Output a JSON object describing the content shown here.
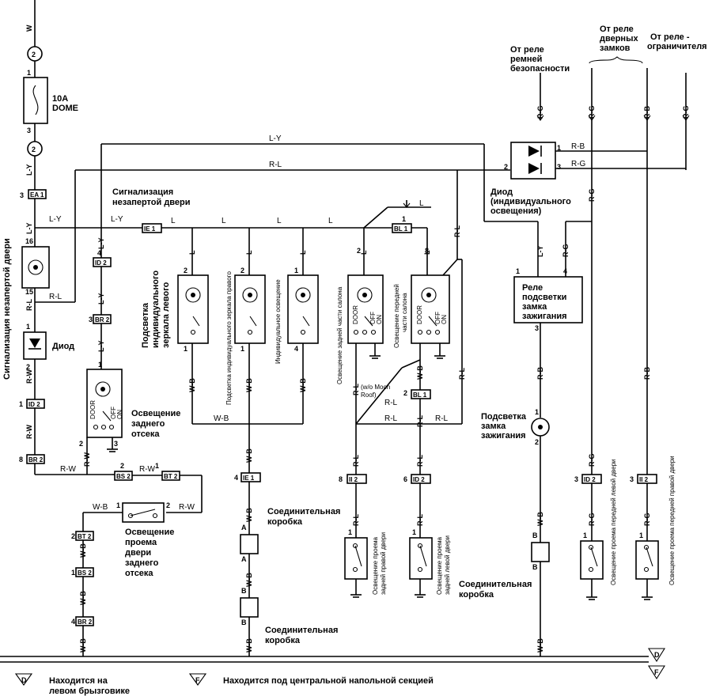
{
  "labels": {
    "fuse_rating": "10A",
    "fuse_name": "DOME",
    "side_title": "Сигнализация незапертой двери",
    "door_unlock_1": "Сигнализация",
    "door_unlock_2": "незапертой двери",
    "diode": "Диод",
    "diode_ind_1": "Диод",
    "diode_ind_2": "(индивидуального",
    "diode_ind_3": "освещения)",
    "relay_belt_1": "От реле",
    "relay_belt_2": "ремней",
    "relay_belt_3": "безопасности",
    "relay_lock_1": "От реле",
    "relay_lock_2": "дверных",
    "relay_lock_3": "замков",
    "relay_lim_1": "От реле -",
    "relay_lim_2": "ограничителя",
    "relay_ign_1": "Реле",
    "relay_ign_2": "подсветки",
    "relay_ign_3": "замка",
    "relay_ign_4": "зажигания",
    "ign_light_1": "Подсветка",
    "ign_light_2": "замка",
    "ign_light_3": "зажигания",
    "mirror_left_1": "Подсветка",
    "mirror_left_2": "индивидуального",
    "mirror_left_3": "зеркала левого",
    "mirror_right": "Подсветка индивидуального зеркала правого",
    "personal_light": "Индивидуальное освещение",
    "rear_room": "Освещение задней части салона",
    "front_room_1": "Освещение передней",
    "front_room_2": "части салона",
    "trunk_1": "Освещение",
    "trunk_2": "заднего",
    "trunk_3": "отсека",
    "trunk_door_1": "Освещение",
    "trunk_door_2": "проема",
    "trunk_door_3": "двери",
    "trunk_door_4": "заднего",
    "trunk_door_5": "отсека",
    "jb_1": "Соединительная",
    "jb_2": "коробка",
    "jb2_1": "Соединительная",
    "jb2_2": "коробка",
    "jb3_1": "Соединительная",
    "jb3_2": "коробка",
    "rr_door_1": "Освещение проема",
    "rr_door_2": "задней правой двери",
    "rl_door_1": "Освещение проема",
    "rl_door_2": "задней левой двери",
    "fl_door": "Освещение проема передней левой двери",
    "fr_door": "Освещение проема передней правой двери",
    "moon_1": "(w/o Moon",
    "moon_2": "Roof)",
    "legend_d_1": "Находится на",
    "legend_d_2": "левом брызговике",
    "legend_f": "Находится под центральной напольной секцией",
    "door": "DOOR",
    "off": "OFF",
    "on": "ON",
    "ground_d": "D",
    "ground_f": "F"
  },
  "connectors": {
    "ea1": "EA 1",
    "ie1a": "IE 1",
    "id2a": "ID 2",
    "br2a": "BR 2",
    "id2b": "ID 2",
    "br2b": "BR 2",
    "bs2a": "BS 2",
    "bt2a": "BT 2",
    "bt2b": "BT 2",
    "bs2b": "BS 2",
    "br2c": "BR 2",
    "bl1a": "BL 1",
    "bl1b": "BL 1",
    "ie1b": "IE 1",
    "ii2": "II 2",
    "id2c": "ID 2",
    "id2d": "ID 2",
    "ii2b": "II 2"
  },
  "wires": {
    "w": "W",
    "ly": "L-Y",
    "l": "L",
    "rl": "R-L",
    "rw": "R-W",
    "wb": "W-B",
    "rg": "R-G",
    "rb": "R-B"
  }
}
